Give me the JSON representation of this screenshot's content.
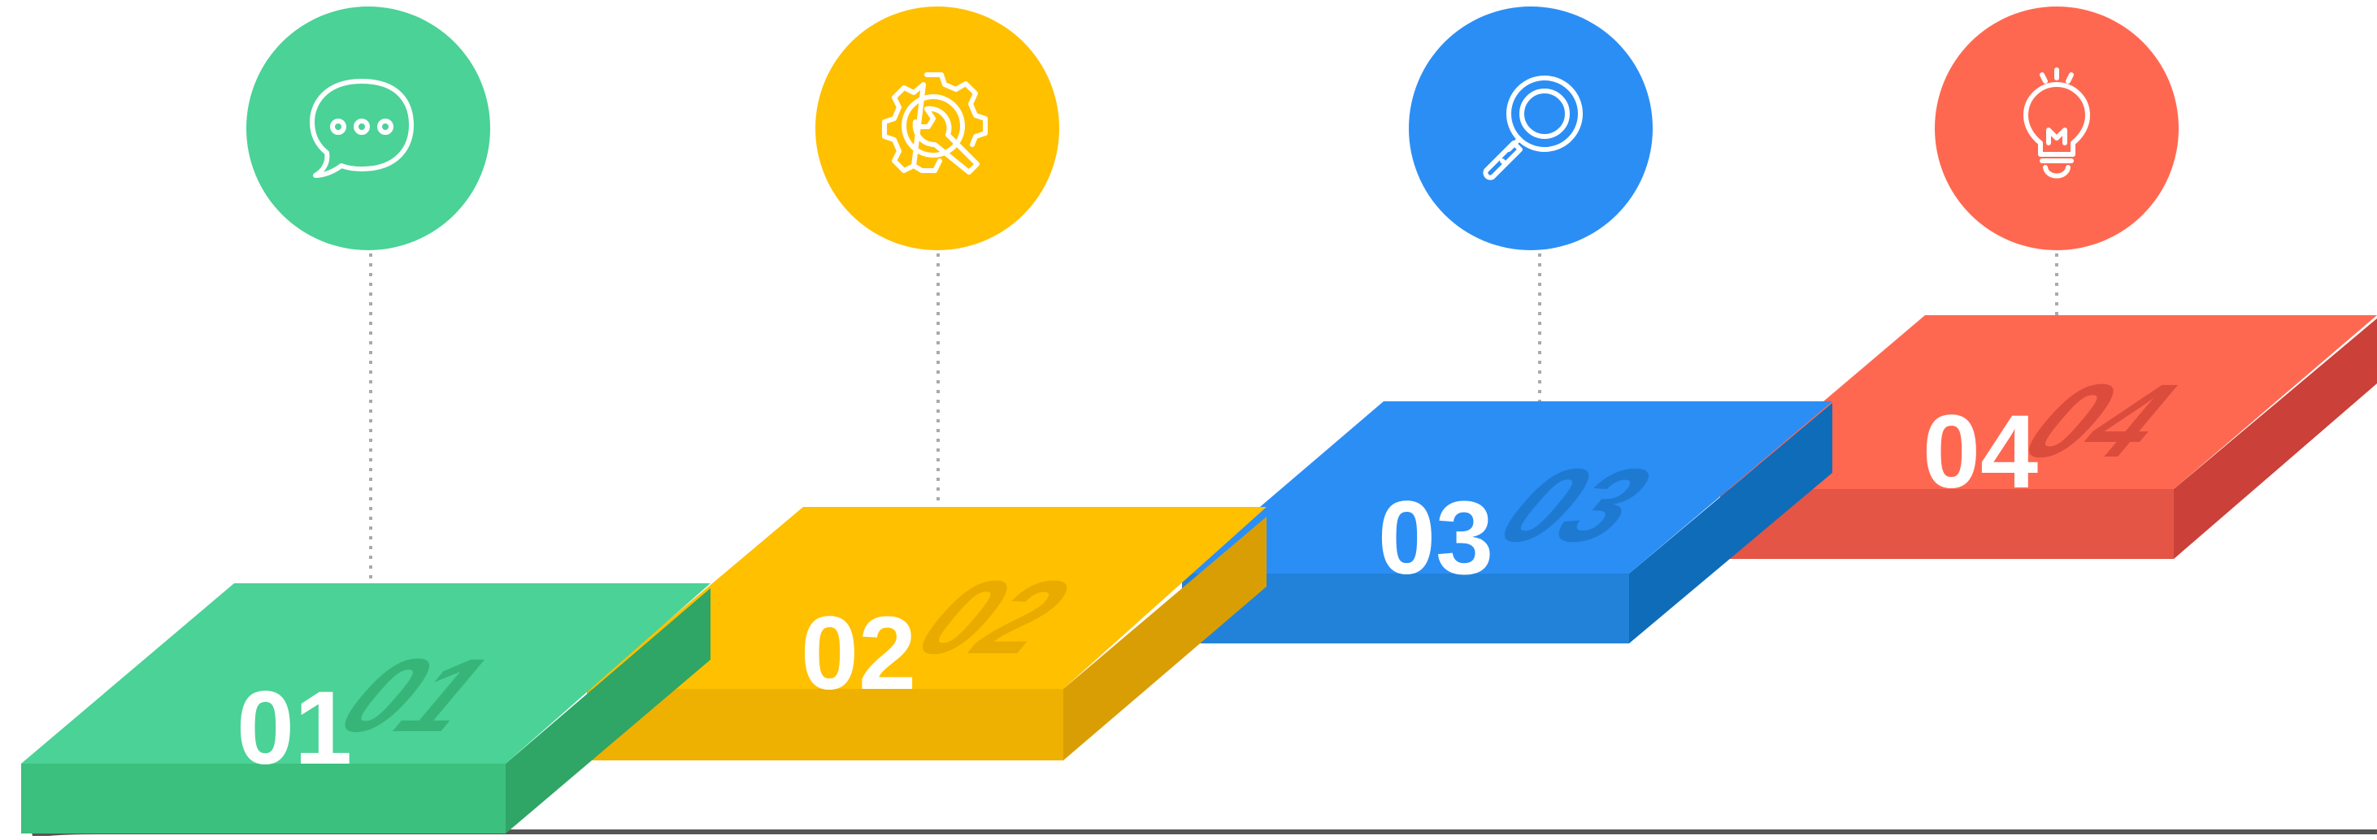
{
  "steps": [
    {
      "number": "01",
      "icon": "chat-bubble-icon",
      "color": "#4BD296",
      "side_color": "#2FA566",
      "front_color": "#3BC07E",
      "shadow_color": "#35B276"
    },
    {
      "number": "02",
      "icon": "gear-wrench-icon",
      "color": "#FFC000",
      "side_color": "#DA9E05",
      "front_color": "#EEB102",
      "shadow_color": "#E7A900"
    },
    {
      "number": "03",
      "icon": "magnifier-icon",
      "color": "#2B8EF5",
      "side_color": "#0F6CB8",
      "front_color": "#2282DA",
      "shadow_color": "#1D78CE"
    },
    {
      "number": "04",
      "icon": "lightbulb-icon",
      "color": "#FF6850",
      "side_color": "#CB4038",
      "front_color": "#E45545",
      "shadow_color": "#D94A3C"
    }
  ]
}
